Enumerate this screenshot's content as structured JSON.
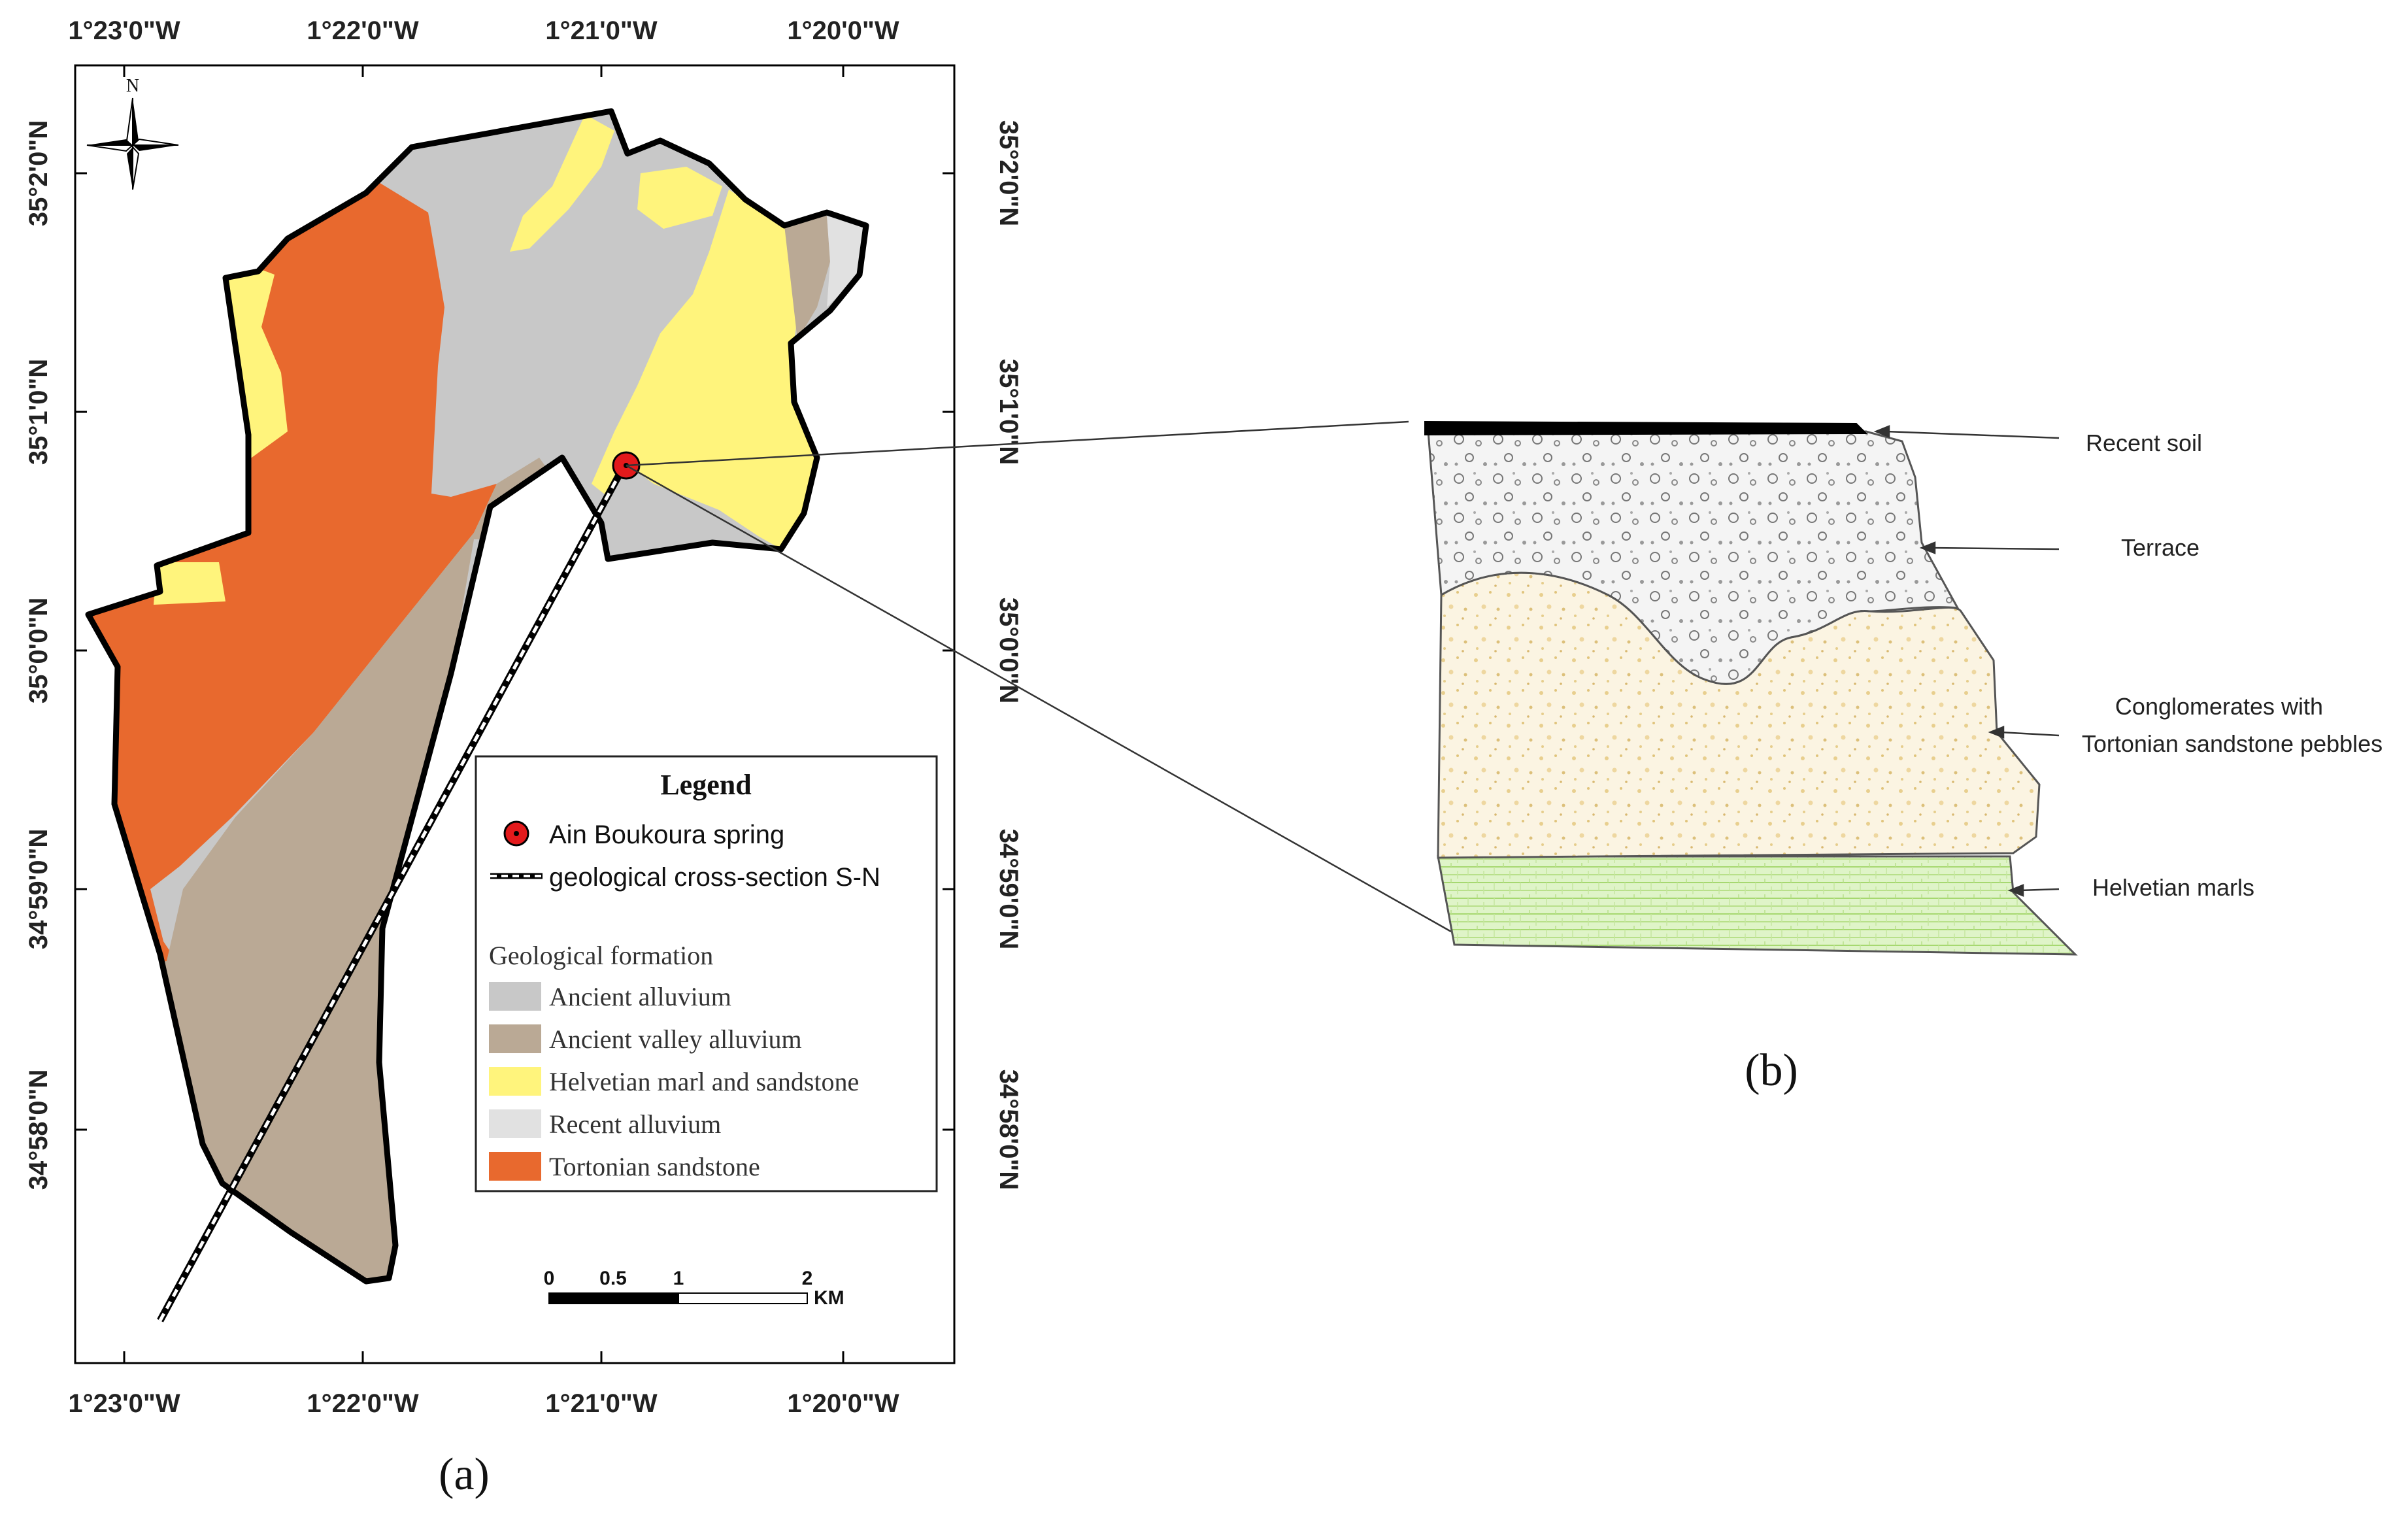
{
  "panel_a": {
    "label": "(a)",
    "lon_ticks": [
      "1°23'0\"W",
      "1°22'0\"W",
      "1°21'0\"W",
      "1°20'0\"W"
    ],
    "lat_ticks": [
      "35°2'0\"N",
      "35°1'0\"N",
      "35°0'0\"N",
      "34°59'0\"N",
      "34°58'0\"N"
    ],
    "north_label": "N",
    "legend": {
      "title": "Legend",
      "spring_label": "Ain Boukoura spring",
      "section_label": "geological cross-section S-N",
      "formation_title": "Geological formation",
      "formations": [
        {
          "name": "Ancient alluvium",
          "color": "#c8c8c8"
        },
        {
          "name": "Ancient valley alluvium",
          "color": "#baa995"
        },
        {
          "name": "Helvetian marl and sandstone",
          "color": "#fff47c"
        },
        {
          "name": "Recent alluvium",
          "color": "#e1e1e1"
        },
        {
          "name": "Tortonian sandstone",
          "color": "#e8692e"
        }
      ]
    },
    "scale_bar": {
      "ticks": [
        "0",
        "0.5",
        "1",
        "2"
      ],
      "unit": "KM"
    },
    "spring_color": "#e31a1c"
  },
  "panel_b": {
    "label": "(b)",
    "layers": [
      {
        "name": "Recent soil"
      },
      {
        "name": "Terrace"
      },
      {
        "name": "Conglomerates with",
        "name_line2": "Tortonian sandstone pebbles"
      },
      {
        "name": "Helvetian marls"
      }
    ],
    "colors": {
      "soil": "#000000",
      "terrace": "#f4f4f4",
      "conglomerate": "#fbf4e2",
      "marls": "#dff4c8"
    }
  }
}
